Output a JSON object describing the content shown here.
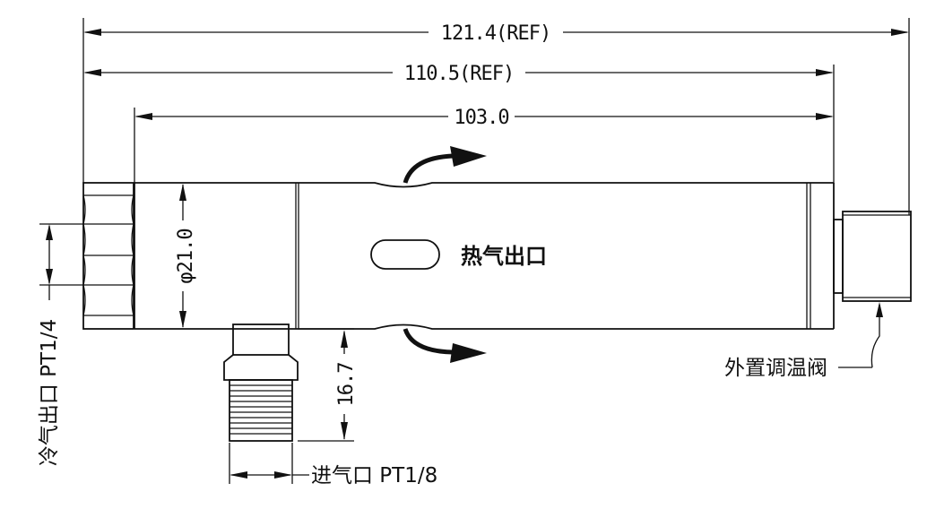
{
  "dimensions": {
    "overall": "121.4(REF)",
    "body_with_nut": "110.5(REF)",
    "body": "103.0",
    "diameter": "φ21.0",
    "inlet_offset": "16.7"
  },
  "labels": {
    "hot_outlet": "热气出口",
    "cold_outlet": "冷气出口 PT1/4",
    "inlet": "进气口 PT1/8",
    "valve": "外置调温阀"
  }
}
